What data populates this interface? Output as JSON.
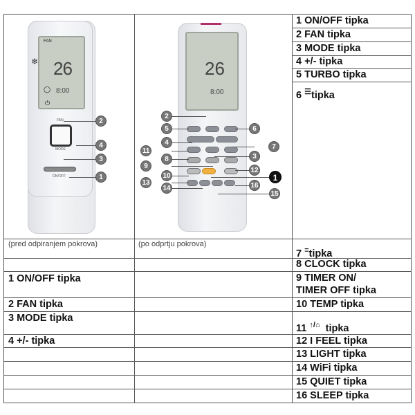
{
  "right_column": [
    "1 ON/OFF tipka",
    "2 FAN tipka",
    "3 MODE tipka",
    "4 +/- tipka",
    "5 TURBO tipka"
  ],
  "row6": {
    "num": "6",
    "label": "tipka",
    "icon": "swing-icon"
  },
  "row7": {
    "num": "7",
    "label": "tipka",
    "icon": "airflow-icon"
  },
  "right_lower": [
    "8 CLOCK tipka",
    "9 TIMER ON/",
    "TIMER OFF tipka",
    "10 TEMP tipka"
  ],
  "row11": {
    "num": "11",
    "icon_text": "/",
    "label": "tipka"
  },
  "right_bottom": [
    "12 I FEEL tipka",
    "13 LIGHT tipka",
    "14 WiFi tipka",
    "15 QUIET tipka",
    "16 SLEEP tipka"
  ],
  "captions": {
    "closed": "(pred odpiranjem pokrova)",
    "open": "(po odprtju pokrova)"
  },
  "left_column": [
    "1 ON/OFF tipka",
    "2 FAN tipka",
    "3 MODE tipka",
    "4 +/- tipka"
  ],
  "remote_closed": {
    "lcd_temp": "26",
    "lcd_time": "8:00",
    "lcd_fan": "FAN",
    "fan_label": "FAN",
    "mode_label": "MODE",
    "onoff_label": "ON/OFF",
    "callouts": [
      "2",
      "4",
      "3",
      "1"
    ]
  },
  "remote_open": {
    "lcd_temp": "26",
    "lcd_time": "8:00",
    "callouts_left": [
      "2",
      "5",
      "4",
      "11",
      "8",
      "9",
      "10",
      "13",
      "14"
    ],
    "callouts_right": [
      "6",
      "7",
      "3",
      "12",
      "1",
      "16",
      "15"
    ]
  }
}
